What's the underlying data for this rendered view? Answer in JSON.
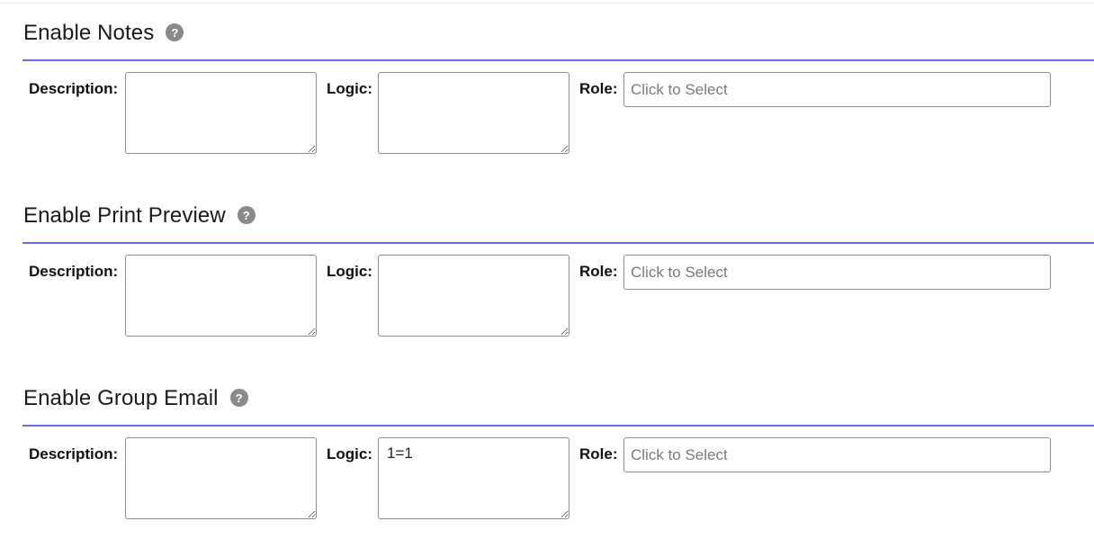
{
  "sections": [
    {
      "title": "Enable Notes",
      "help_icon": "question-circle-icon",
      "description_label": "Description:",
      "description_value": "",
      "logic_label": "Logic:",
      "logic_value": "",
      "role_label": "Role:",
      "role_placeholder": "Click to Select"
    },
    {
      "title": "Enable Print Preview",
      "help_icon": "question-circle-icon",
      "description_label": "Description:",
      "description_value": "",
      "logic_label": "Logic:",
      "logic_value": "",
      "role_label": "Role:",
      "role_placeholder": "Click to Select"
    },
    {
      "title": "Enable Group Email",
      "help_icon": "question-circle-icon",
      "description_label": "Description:",
      "description_value": "",
      "logic_label": "Logic:",
      "logic_value": "1=1",
      "role_label": "Role:",
      "role_placeholder": "Click to Select"
    }
  ],
  "colors": {
    "section_rule": "#6a6ae6",
    "help_icon_bg": "#8a8a8a",
    "field_border": "#8d8d8d"
  }
}
